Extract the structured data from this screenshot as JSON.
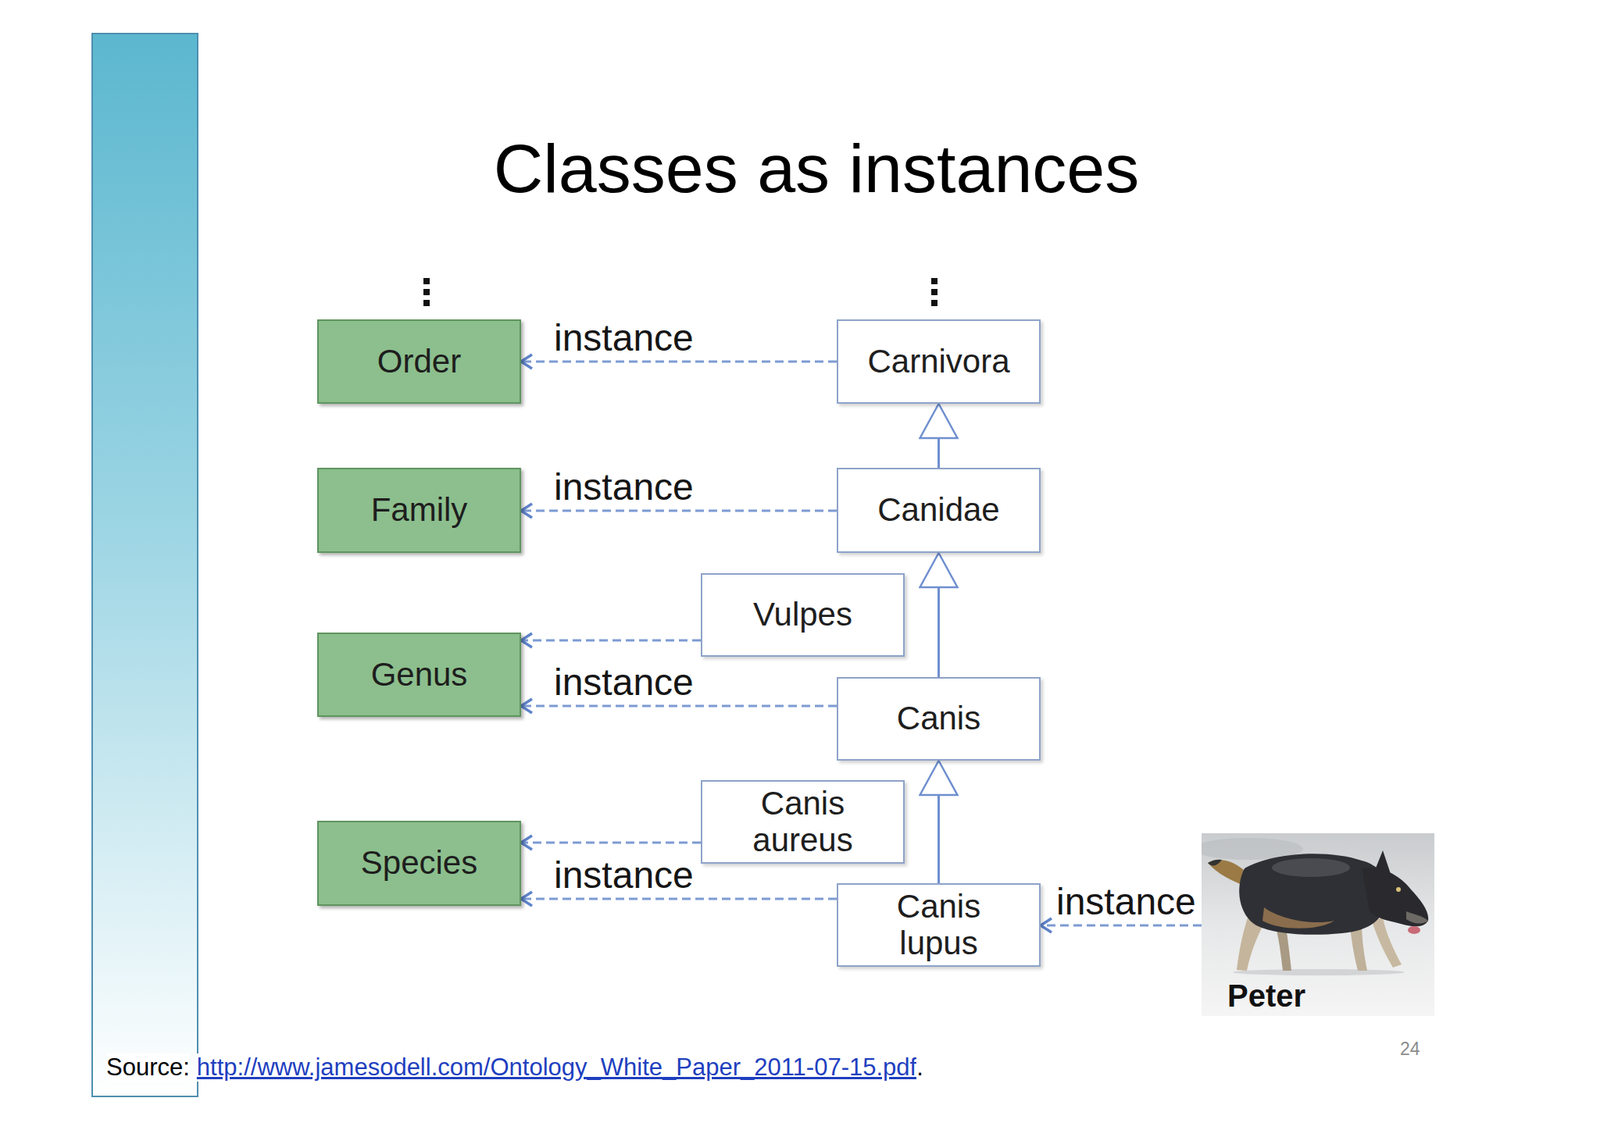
{
  "diagram": {
    "title": "Classes as instances",
    "nodes": [
      {
        "text": [
          "Order"
        ]
      },
      {
        "text": [
          "Carnivora"
        ]
      },
      {
        "text": [
          "Family"
        ]
      },
      {
        "text": [
          "Canidae"
        ]
      },
      {
        "text": [
          "Vulpes"
        ]
      },
      {
        "text": [
          "Genus"
        ]
      },
      {
        "text": [
          "Canis"
        ]
      },
      {
        "text": [
          "Canis aureus"
        ]
      },
      {
        "text": [
          "Species"
        ]
      },
      {
        "text": [
          "Canis lupus"
        ]
      },
      {
        "text": [
          "Peter"
        ]
      }
    ],
    "edges": [
      {
        "from": 1,
        "to": 0,
        "label": "instance",
        "arrow": "to"
      },
      {
        "from": 3,
        "to": 2,
        "label": "instance",
        "arrow": "to"
      },
      {
        "from": 4,
        "to": 5,
        "arrow": "to"
      },
      {
        "from": 6,
        "to": 5,
        "label": "instance",
        "arrow": "to"
      },
      {
        "from": 7,
        "to": 8,
        "arrow": "to"
      },
      {
        "from": 9,
        "to": 8,
        "label": "instance",
        "arrow": "to"
      },
      {
        "from": 10,
        "to": 9,
        "label": "instance",
        "arrow": "to"
      },
      {
        "from": 3,
        "to": 1,
        "arrow": "to"
      },
      {
        "from": 6,
        "to": 3,
        "arrow": "to"
      },
      {
        "from": 9,
        "to": 6,
        "arrow": "to"
      }
    ],
    "labels": [
      "Source:",
      "http://www.jamesodell.com/Ontology_White_Paper_2011-07-15.pdf",
      ".",
      "24"
    ]
  }
}
